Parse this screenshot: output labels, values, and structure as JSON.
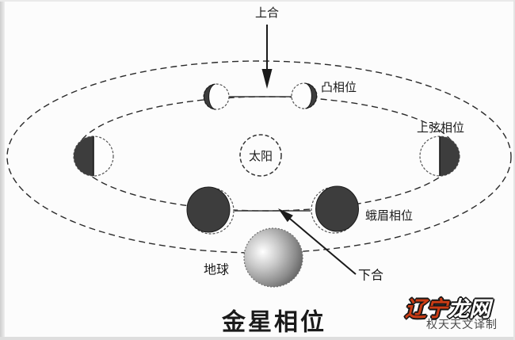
{
  "title": "金星相位",
  "labels": {
    "superior_conjunction": "上合",
    "gibbous_phase": "凸相位",
    "first_quarter_phase": "上弦相位",
    "crescent_phase": "蛾眉相位",
    "sun": "太阳",
    "earth": "地球",
    "inferior_conjunction": "下合"
  },
  "watermark": {
    "logo_red": "辽宁",
    "logo_white": "龙网",
    "caption": "权天天文译制"
  },
  "colors": {
    "background": "#fcfcfc",
    "orbit_line": "#2a2a2a",
    "dark_phase_fill": "#3d3d3d",
    "earth_light": "#ffffff",
    "earth_dark": "#4f4f4f",
    "watermark_red": "#cc3c14",
    "watermark_white": "#ffffff",
    "watermark_caption_gray": "#4a4a4a"
  }
}
